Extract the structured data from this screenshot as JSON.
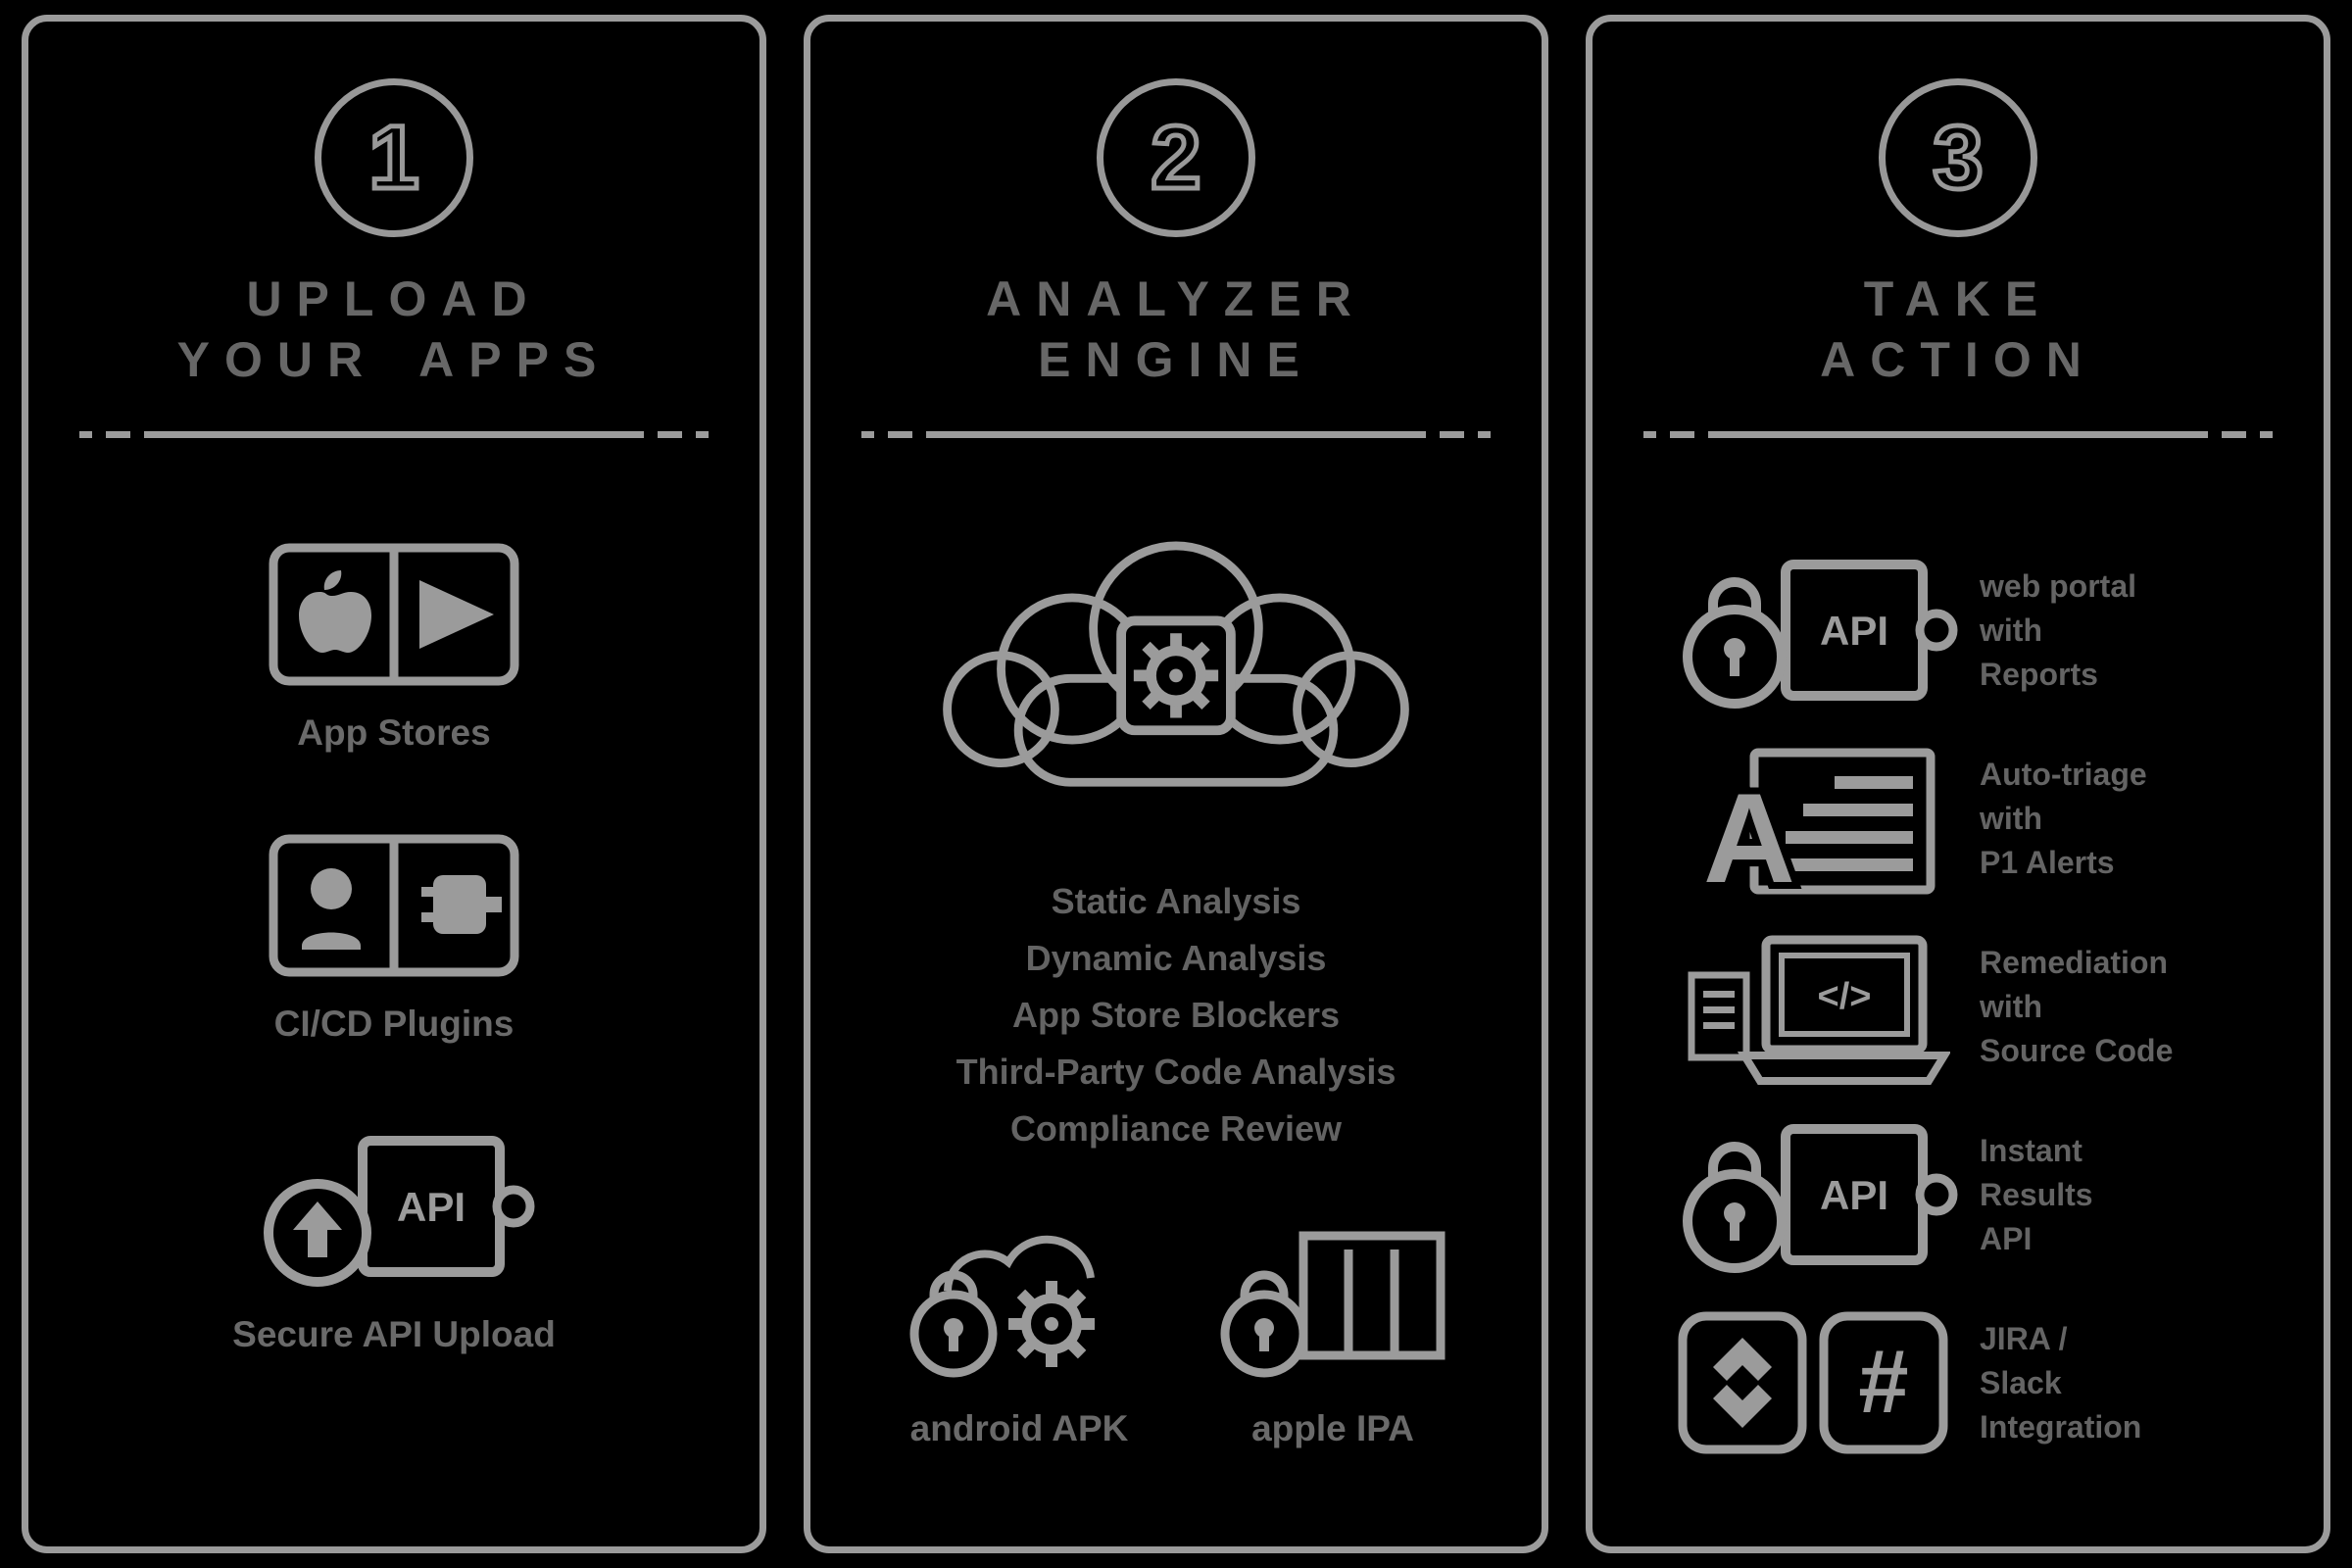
{
  "colors": {
    "background": "#000000",
    "panel_border": "#9b9b9b",
    "icon_gray": "#9b9b9b",
    "heading_gray": "#676767",
    "body_gray": "#646464"
  },
  "icon_text": {
    "api": "API",
    "code": "</>",
    "slack_hash": "#",
    "triage_a": "A"
  },
  "panels": [
    {
      "step": "1",
      "title_lines": [
        "UPLOAD",
        "YOUR APPS"
      ],
      "features": [
        {
          "icon": "app-stores",
          "label": "App Stores"
        },
        {
          "icon": "ci-cd-plugins",
          "label": "CI/CD Plugins"
        },
        {
          "icon": "secure-api-upload",
          "label": "Secure API Upload"
        }
      ]
    },
    {
      "step": "2",
      "title_lines": [
        "ANALYZER",
        "ENGINE"
      ],
      "analysis_items": [
        "Static Analysis",
        "Dynamic Analysis",
        "App Store Blockers",
        "Third-Party Code Analysis",
        "Compliance Review"
      ],
      "features": [
        {
          "icon": "locked-gear",
          "label": "android APK"
        },
        {
          "icon": "locked-data",
          "label": "apple IPA"
        }
      ]
    },
    {
      "step": "3",
      "title_lines": [
        "TAKE",
        "ACTION"
      ],
      "actions": [
        {
          "icon": "lock-api",
          "lines": [
            "web portal",
            "with",
            "Reports"
          ]
        },
        {
          "icon": "auto-triage",
          "lines": [
            "Auto-triage",
            "with",
            "P1 Alerts"
          ]
        },
        {
          "icon": "laptop-code",
          "lines": [
            "Remediation",
            "with",
            "Source Code"
          ]
        },
        {
          "icon": "lock-api",
          "lines": [
            "Instant",
            "Results",
            "API"
          ]
        },
        {
          "icon": "jira-slack",
          "lines": [
            "JIRA /",
            "Slack",
            "Integration"
          ]
        }
      ]
    }
  ]
}
